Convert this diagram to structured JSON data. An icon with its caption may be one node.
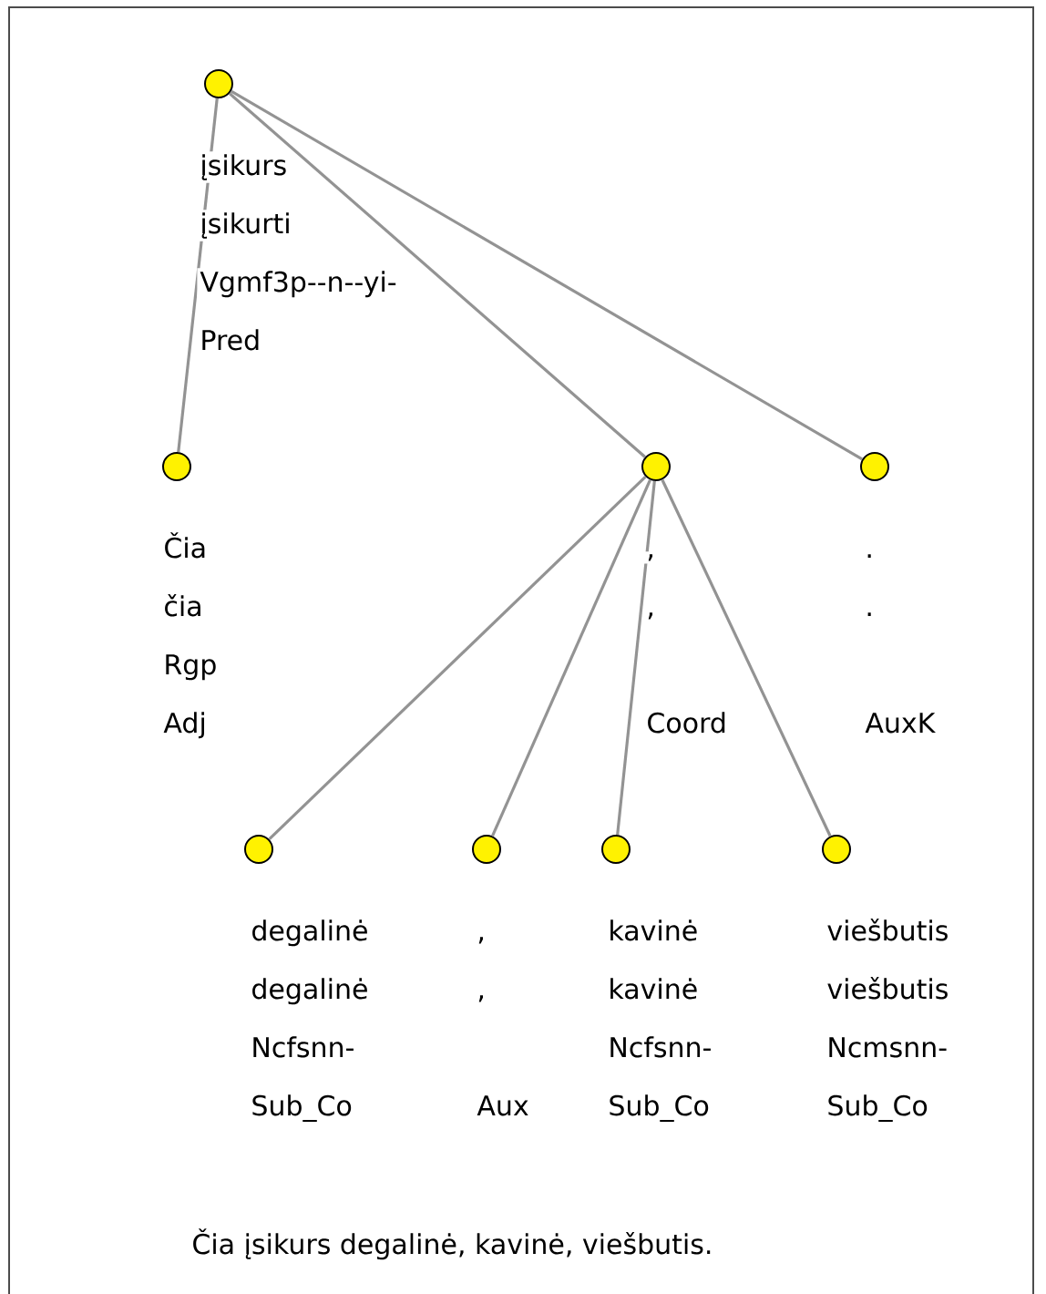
{
  "diagram": {
    "caption": "Čia įsikurs degalinė, kavinė, viešbutis.",
    "nodes": [
      {
        "text": [],
        "shape": "circle",
        "beside": [
          "įsikurs",
          "įsikurti",
          "Vgmf3p--n--yi-",
          "Pred"
        ]
      },
      {
        "text": [],
        "shape": "circle",
        "beside": [
          "Čia",
          "čia",
          "Rgp",
          "Adj"
        ]
      },
      {
        "text": [],
        "shape": "circle",
        "beside": [
          ",",
          ",",
          "Coord"
        ]
      },
      {
        "text": [],
        "shape": "circle",
        "beside": [
          ".",
          ".",
          "AuxK"
        ]
      },
      {
        "text": [],
        "shape": "circle",
        "beside": [
          "degalinė",
          "degalinė",
          "Ncfsnn-",
          "Sub_Co"
        ]
      },
      {
        "text": [],
        "shape": "circle",
        "beside": [
          ",",
          ",",
          "Aux"
        ]
      },
      {
        "text": [],
        "shape": "circle",
        "beside": [
          "kavinė",
          "kavinė",
          "Ncfsnn-",
          "Sub_Co"
        ]
      },
      {
        "text": [],
        "shape": "circle",
        "beside": [
          "viešbutis",
          "viešbutis",
          "Ncmsnn-",
          "Sub_Co"
        ]
      }
    ],
    "edges": [
      {
        "from": 0,
        "to": 1,
        "arrow": "none"
      },
      {
        "from": 0,
        "to": 2,
        "arrow": "none"
      },
      {
        "from": 0,
        "to": 3,
        "arrow": "none"
      },
      {
        "from": 2,
        "to": 4,
        "arrow": "none"
      },
      {
        "from": 2,
        "to": 5,
        "arrow": "none"
      },
      {
        "from": 2,
        "to": 6,
        "arrow": "none"
      },
      {
        "from": 2,
        "to": 7,
        "arrow": "none"
      }
    ]
  }
}
